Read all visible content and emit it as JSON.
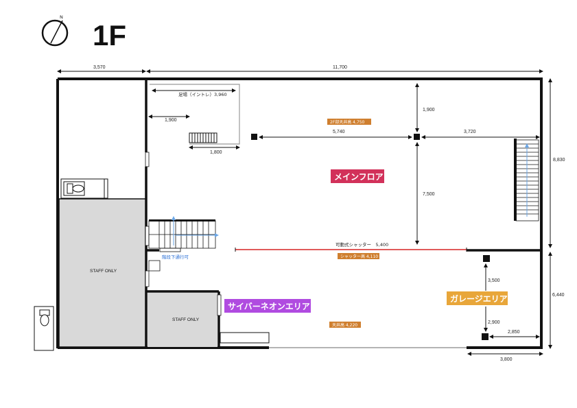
{
  "floor": {
    "label": "1F"
  },
  "compass": {
    "north_label": "N"
  },
  "dimensions": {
    "left_top": "3,570",
    "top_total": "11,700",
    "right_upper": "8,830",
    "right_lower": "6,440",
    "bottom_right": "3,800",
    "scaffold": "足場（イントレ）3,960",
    "scaffold_left": "1,900",
    "scaffold_bottom": "1,800",
    "pillar_top": "1,900",
    "pillar_left": "5,740",
    "pillar_right": "3,720",
    "pillar_down": "7,500",
    "garage_up": "3,500",
    "garage_down": "2,900",
    "garage_right": "2,850"
  },
  "labels": {
    "ceiling_2f": "2F部天井高 4,750",
    "shutter": "可動式シャッター　5,400",
    "shutter_height": "シャッター高 4,110",
    "ceiling_lower": "天井高 4,220",
    "stairs_note": "階段下通行可",
    "staff_only_1": "STAFF ONLY",
    "staff_only_2": "STAFF ONLY"
  },
  "areas": {
    "main": {
      "label": "メインフロア",
      "color": "#d2315a"
    },
    "neon": {
      "label": "サイバーネオンエリア",
      "color": "#b04be0"
    },
    "garage": {
      "label": "ガレージエリア",
      "color": "#e8a63a"
    }
  },
  "colors": {
    "wall": "#111111",
    "staff_fill": "#d9d9d9",
    "badge": "#cf7f2f",
    "shutter_line": "#e05a5a",
    "arrow_blue": "#6aa6e6"
  }
}
